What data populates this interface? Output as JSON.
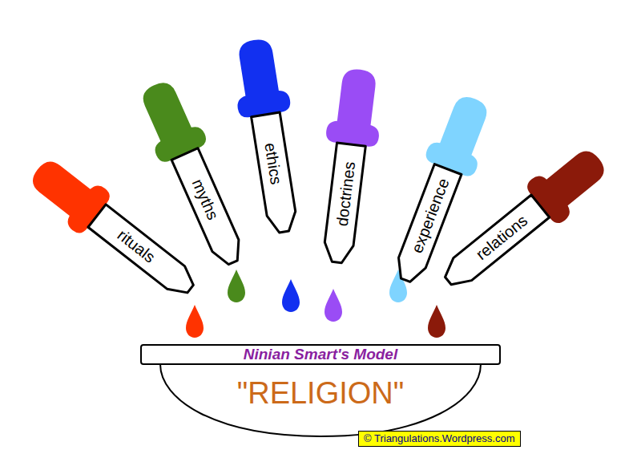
{
  "diagram": {
    "nodes": [
      {
        "text": [
          "rituals"
        ]
      },
      {
        "text": [
          "myths"
        ]
      },
      {
        "text": [
          "ethics"
        ]
      },
      {
        "text": [
          "doctrines"
        ]
      },
      {
        "text": [
          "experience"
        ]
      },
      {
        "text": [
          "relations"
        ]
      },
      {
        "text": [
          "Ninian Smart's Model",
          "\"RELIGION\""
        ]
      }
    ],
    "labels": [
      "© Triangulations.Wordpress.com"
    ]
  }
}
